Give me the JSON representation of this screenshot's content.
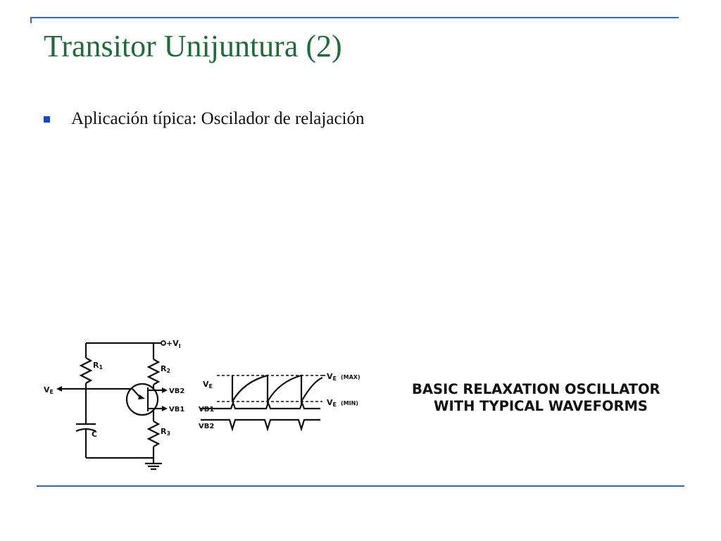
{
  "slide": {
    "title": "Transitor Unijuntura (2)",
    "bullets": [
      {
        "text": "Aplicación típica: Oscilador de relajación"
      }
    ]
  },
  "figure": {
    "circuit_labels": {
      "supply": "+V",
      "supply_sub": "I",
      "emitter": "V",
      "emitter_sub": "E",
      "r1": "R",
      "r1_sub": "1",
      "r2": "R",
      "r2_sub": "2",
      "r3": "R",
      "r3_sub": "3",
      "capacitor": "C",
      "vb2": "VB2",
      "vb1": "VB1"
    },
    "waveform_labels": {
      "ve": "V",
      "ve_sub": "E",
      "vb1": "VB1",
      "vb2": "VB2",
      "ve_max": "V",
      "ve_max_sub": "E",
      "ve_max_tag": "(MAX)",
      "ve_min": "V",
      "ve_min_sub": "E",
      "ve_min_tag": "(MIN)"
    },
    "caption": {
      "line1": "BASIC RELAXATION OSCILLATOR",
      "line2": "WITH TYPICAL WAVEFORMS"
    }
  }
}
